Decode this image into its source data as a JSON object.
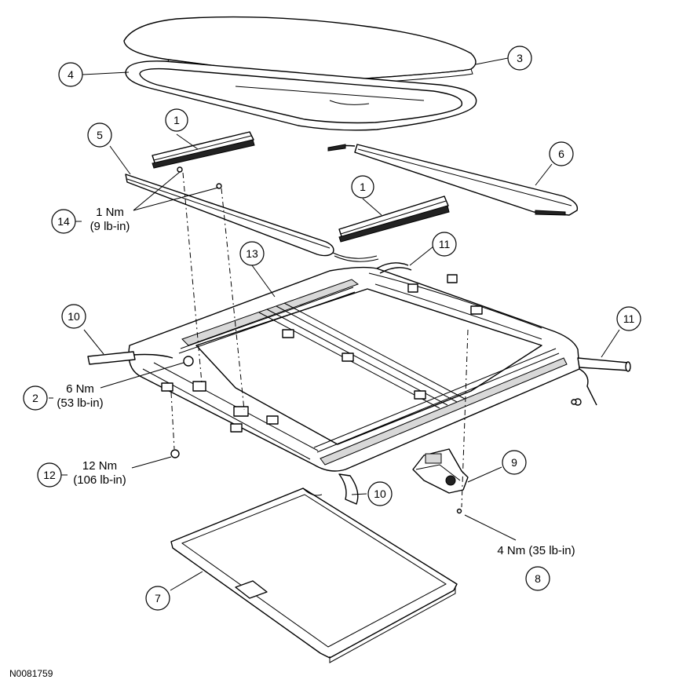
{
  "figure_id": "N0081759",
  "callouts": [
    {
      "id": "c1a",
      "number": "1"
    },
    {
      "id": "c1b",
      "number": "1"
    },
    {
      "id": "c2",
      "number": "2"
    },
    {
      "id": "c3",
      "number": "3"
    },
    {
      "id": "c4",
      "number": "4"
    },
    {
      "id": "c5",
      "number": "5"
    },
    {
      "id": "c6",
      "number": "6"
    },
    {
      "id": "c7",
      "number": "7"
    },
    {
      "id": "c8",
      "number": "8"
    },
    {
      "id": "c9",
      "number": "9"
    },
    {
      "id": "c10a",
      "number": "10"
    },
    {
      "id": "c10b",
      "number": "10"
    },
    {
      "id": "c11a",
      "number": "11"
    },
    {
      "id": "c11b",
      "number": "11"
    },
    {
      "id": "c12",
      "number": "12"
    },
    {
      "id": "c13",
      "number": "13"
    },
    {
      "id": "c14",
      "number": "14"
    }
  ],
  "torque_labels": {
    "t14": {
      "metric": "1 Nm",
      "imperial": "(9 lb-in)"
    },
    "t2": {
      "metric": "6 Nm",
      "imperial": "(53 lb-in)"
    },
    "t12": {
      "metric": "12 Nm",
      "imperial": "(106 lb-in)"
    },
    "t8": {
      "text": "4 Nm (35 lb-in)"
    }
  }
}
